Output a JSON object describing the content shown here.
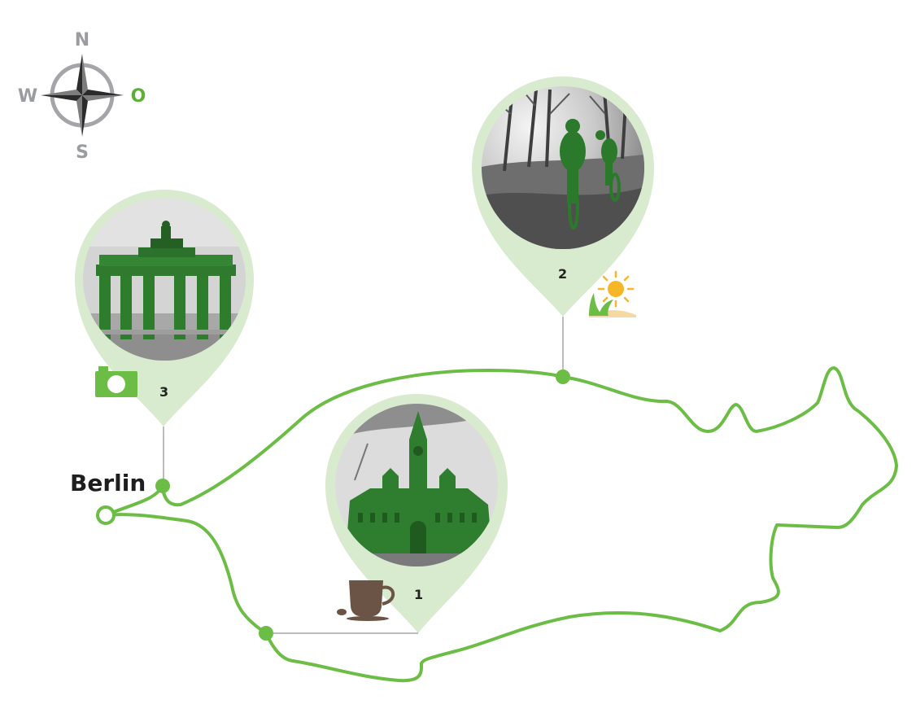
{
  "compass": {
    "north": "N",
    "east": "O",
    "south": "S",
    "west": "W"
  },
  "city": "Berlin",
  "stops": [
    {
      "number": "1",
      "icon": "coffee-icon",
      "photo": "town-hall-photo"
    },
    {
      "number": "2",
      "icon": "sun-meadow-icon",
      "photo": "cyclists-photo"
    },
    {
      "number": "3",
      "icon": "camera-icon",
      "photo": "brandenburg-gate-photo"
    }
  ],
  "colors": {
    "route": "#6cbd45",
    "pin": "#d8ebcf",
    "compass_letters": "#9a9c9f",
    "east_letter": "#5fae3a",
    "photo_tint": "#2d7d2d",
    "coffee": "#6b5446",
    "sun": "#f6b628"
  }
}
